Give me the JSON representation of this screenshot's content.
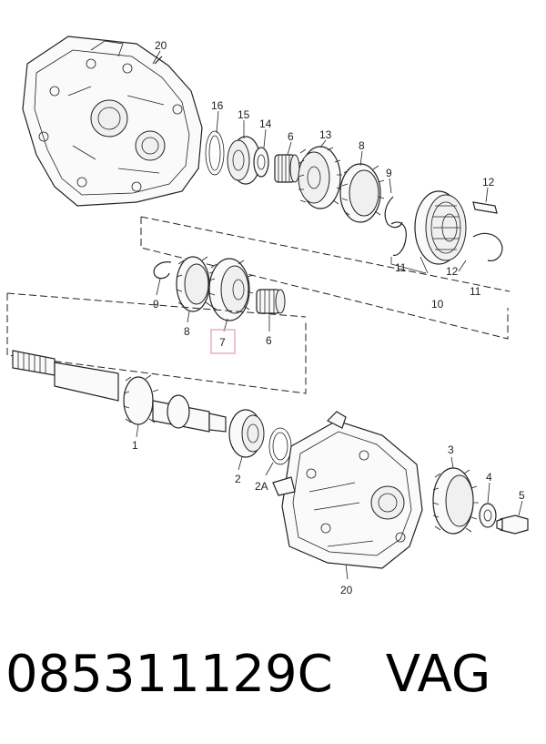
{
  "diagram": {
    "labels": {
      "p20a": "20",
      "p16": "16",
      "p15": "15",
      "p14": "14",
      "p6a": "6",
      "p13": "13",
      "p8a": "8",
      "p9a": "9",
      "p12a": "12",
      "p12b": "12",
      "p11a": "11",
      "p11b": "11",
      "p10": "10",
      "p9b": "9",
      "p8b": "8",
      "p7": "7",
      "p6b": "6",
      "p1": "1",
      "p2": "2",
      "p2a": "2A",
      "p3": "3",
      "p4": "4",
      "p5": "5",
      "p20b": "20"
    },
    "highlighted_part": "7",
    "highlight_color": "#e8a8b0"
  },
  "caption": {
    "part_number": "085311129C",
    "brand": "VAG"
  }
}
